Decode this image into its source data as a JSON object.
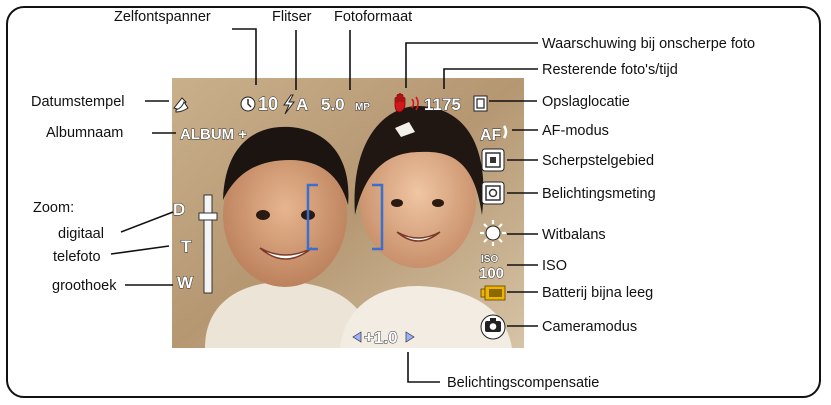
{
  "labels": {
    "zelfontspanner": "Zelfontspanner",
    "flitser": "Flitser",
    "fotoformaat": "Fotoformaat",
    "waarschuwing": "Waarschuwing bij onscherpe foto",
    "resterende": "Resterende foto's/tijd",
    "datumstempel": "Datumstempel",
    "opslaglocatie": "Opslaglocatie",
    "albumnaam": "Albumnaam",
    "af_modus": "AF-modus",
    "scherpstelgebied": "Scherpstelgebied",
    "belichtingsmeting": "Belichtingsmeting",
    "witbalans": "Witbalans",
    "iso": "ISO",
    "batterij": "Batterij bijna leeg",
    "cameramodus": "Cameramodus",
    "belichtingscompensatie": "Belichtingscompensatie",
    "zoom": "Zoom:",
    "digitaal": "digitaal",
    "telefoto": "telefoto",
    "groothoek": "groothoek"
  },
  "osd": {
    "self_timer": "10",
    "flash": "A",
    "photo_size": "5.0",
    "photo_size_unit": "MP",
    "remaining": "1175",
    "album": "ALBUM +",
    "af": "AF",
    "iso_top": "ISO",
    "iso_value": "100",
    "zoom_d": "D",
    "zoom_t": "T",
    "zoom_w": "W",
    "exposure_comp": "+1.0"
  },
  "colors": {
    "blur_warning": "#d4161a",
    "battery": "#f0b400",
    "focus_bracket": "#3a6fd0"
  }
}
